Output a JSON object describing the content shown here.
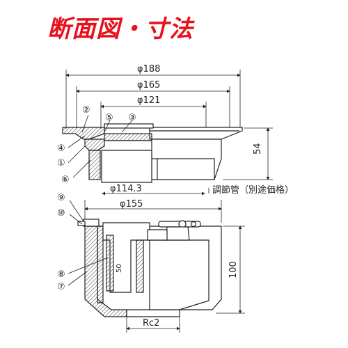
{
  "title": "断面図・寸法",
  "dimensions": {
    "d188": "φ188",
    "d165": "φ165",
    "d121": "φ121",
    "d114_3": "φ114.3",
    "d155": "φ155",
    "h54": "54",
    "h50": "50",
    "h100": "100",
    "rc2": "Rc2"
  },
  "note": "調節管（別途価格）",
  "callouts": [
    "①",
    "②",
    "③",
    "④",
    "⑤",
    "⑥",
    "⑦",
    "⑧",
    "⑨",
    "⑩"
  ]
}
